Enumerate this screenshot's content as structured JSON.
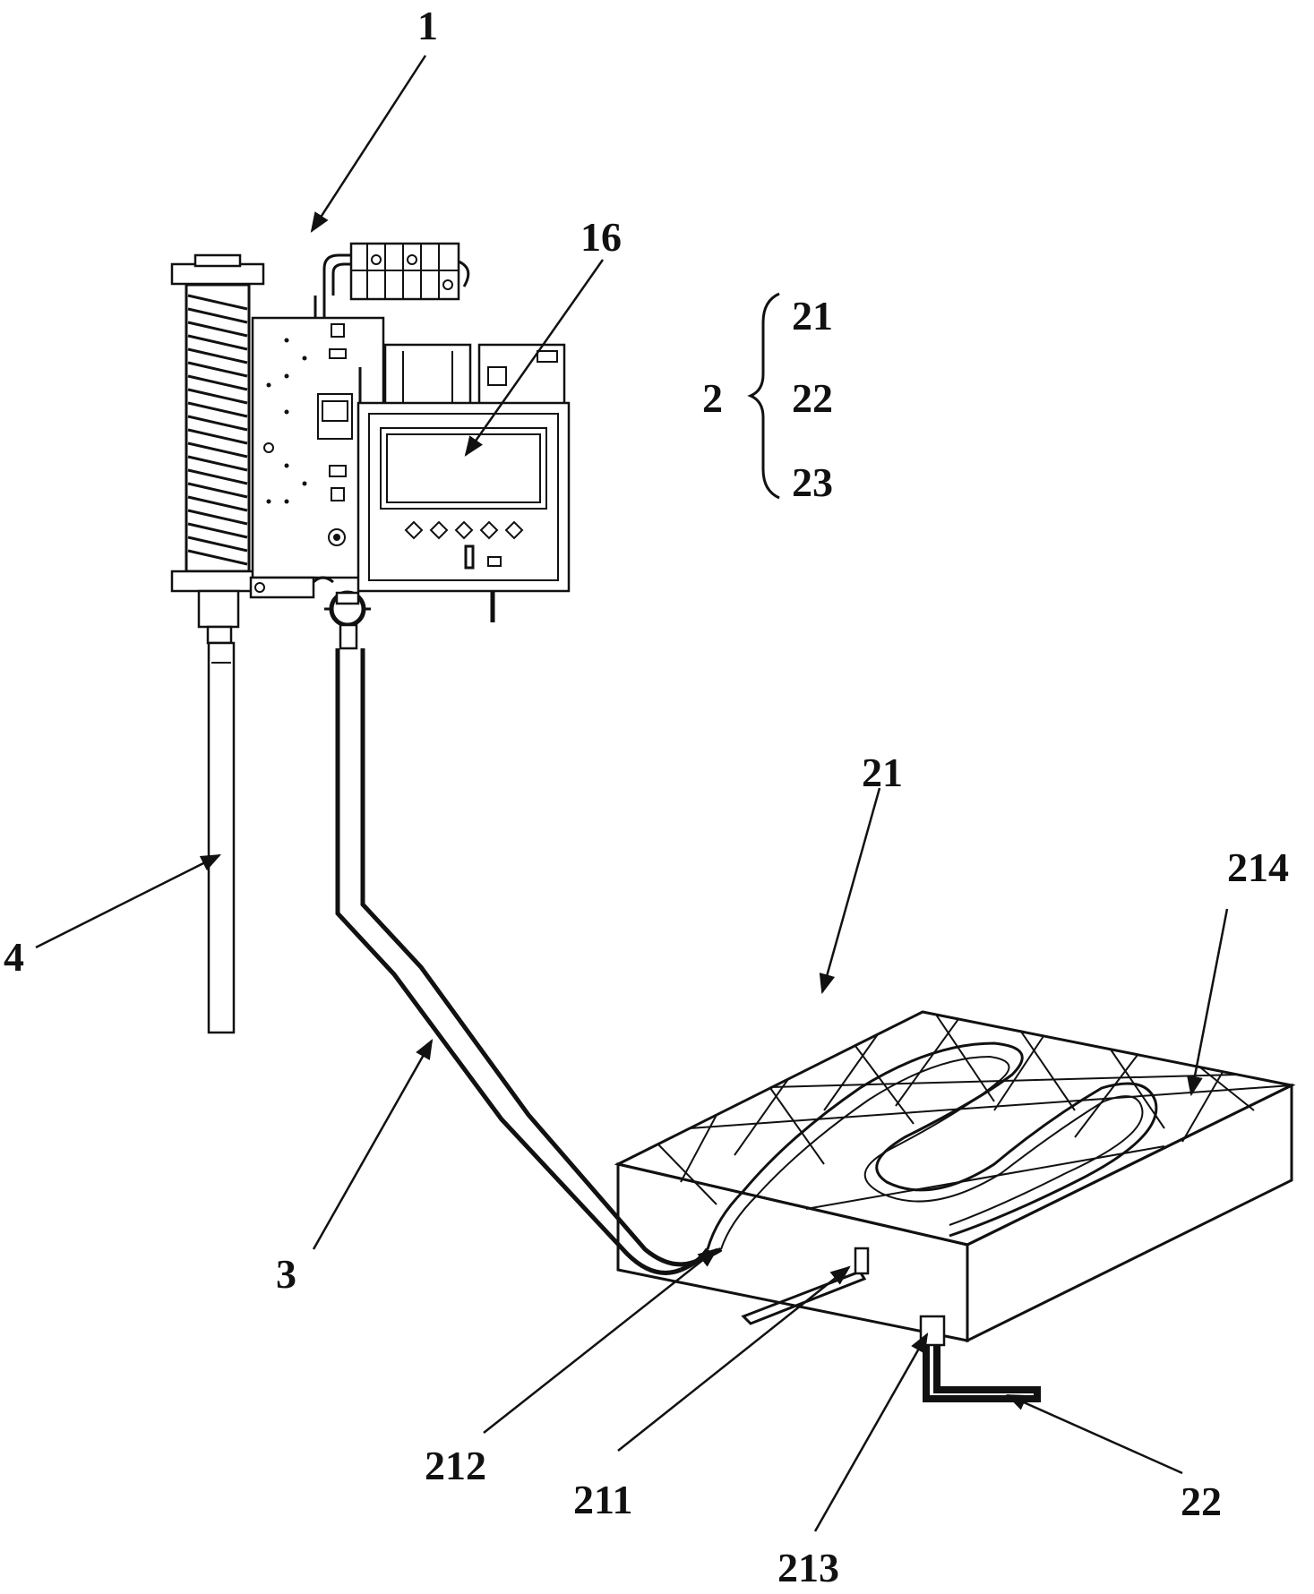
{
  "labels": {
    "l1": "1",
    "l16": "16",
    "l2": "2",
    "l21_top": "21",
    "l22_top": "22",
    "l23_top": "23",
    "l4": "4",
    "l3": "3",
    "l21": "21",
    "l214": "214",
    "l212": "212",
    "l211": "211",
    "l213": "213",
    "l22": "22"
  }
}
